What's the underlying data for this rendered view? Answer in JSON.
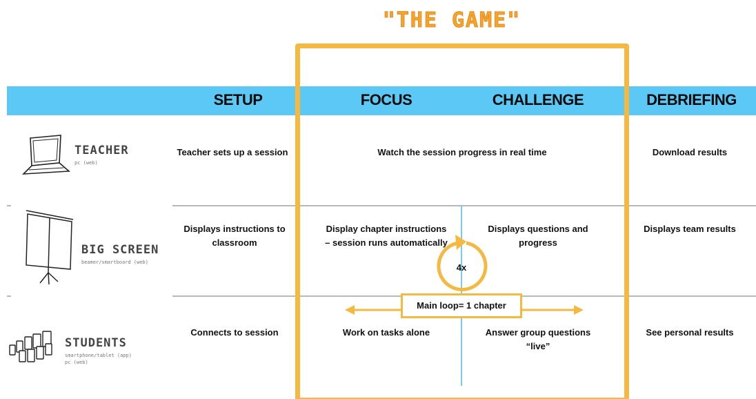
{
  "title": "\"THE GAME\"",
  "columns": {
    "setup": "SETUP",
    "focus": "FOCUS",
    "challenge": "CHALLENGE",
    "debriefing": "DEBRIEFING"
  },
  "roles": {
    "teacher": {
      "name": "TEACHER",
      "platform": "pc (web)"
    },
    "big_screen": {
      "name": "BIG SCREEN",
      "platform": "beamer/smartboard (web)"
    },
    "students": {
      "name": "STUDENTS",
      "platform_1": "smartphone/tablet (app)",
      "platform_2": "pc (web)"
    }
  },
  "teacher_row": {
    "setup": "Teacher sets up a session",
    "game": "Watch the session progress in real time",
    "debriefing": "Download results"
  },
  "big_screen_row": {
    "setup_1": "Displays instructions to",
    "setup_2": "classroom",
    "focus_1": "Display chapter instructions",
    "focus_2": "– session runs automatically",
    "challenge_1": "Displays questions and",
    "challenge_2": "progress",
    "debriefing": "Displays team results"
  },
  "students_row": {
    "setup": "Connects to session",
    "focus": "Work on tasks alone",
    "challenge_1": "Answer group questions",
    "challenge_2": "“live”",
    "debriefing": "See personal results"
  },
  "loop": {
    "label": "Main loop= 1 chapter",
    "count": "4x"
  },
  "colors": {
    "header_band": "#5bc8f5",
    "game_frame": "#f5b942",
    "title": "#f5a623",
    "divider": "#b8b8b8"
  }
}
